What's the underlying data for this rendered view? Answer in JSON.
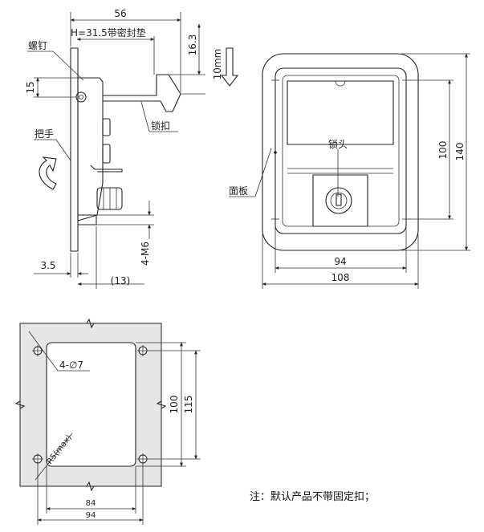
{
  "side_view": {
    "dim_overall_width": "56",
    "dim_gasket_label": "H=31.5带密封垫",
    "dim_height_top": "16.3",
    "dim_travel": "10mm",
    "dim_left_15": "15",
    "dim_thread": "4-M6",
    "dim_thickness": "3.5",
    "dim_bolt_length": "(13)",
    "label_screw": "螺钉",
    "label_handle": "把手",
    "label_latch": "锁扣"
  },
  "front_view": {
    "label_lock": "锁头",
    "label_panel": "面板",
    "dim_width_inner": "94",
    "dim_width_outer": "108",
    "dim_height_inner": "100",
    "dim_height_outer": "140"
  },
  "cutout_view": {
    "label_holes": "4-∅7",
    "label_radius": "R5(max)",
    "dim_height_inner": "100",
    "dim_height_outer": "115",
    "dim_width_inner": "84",
    "dim_width_outer": "94"
  },
  "note": "注：默认产品不带固定扣；"
}
